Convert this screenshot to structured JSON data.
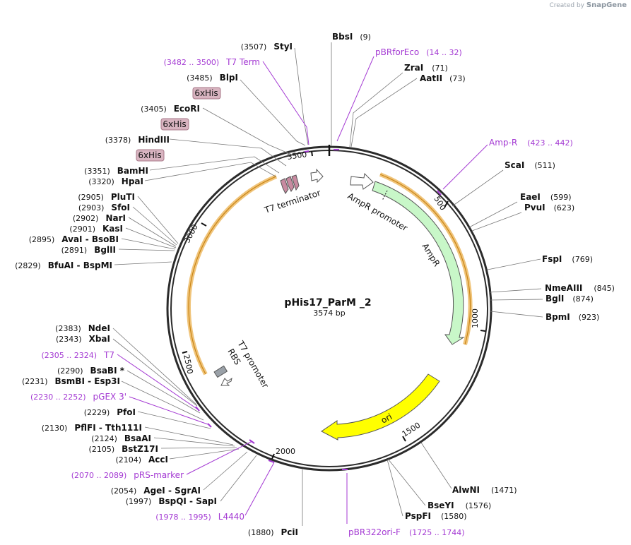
{
  "credit": {
    "prefix": "Created by",
    "brand": "SnapGene"
  },
  "plasmid": {
    "name": "pHis17_ParM _2",
    "size": "3574 bp"
  },
  "ticks": [
    "500",
    "1000",
    "1500",
    "2000",
    "2500",
    "3000",
    "3500"
  ],
  "features": {
    "ampr_promoter": "AmpR promoter",
    "ampr": "AmpR",
    "ori": "ori",
    "t7_terminator": "T7 terminator",
    "t7_promoter": "T7 promoter",
    "rbs": "RBS"
  },
  "his_tags": [
    "6xHis",
    "6xHis",
    "6xHis"
  ],
  "right_labels": [
    {
      "name": "BbsI",
      "pos": "(9)"
    },
    {
      "name": "pBRforEco",
      "pos": "(14 .. 32)"
    },
    {
      "name": "ZraI",
      "pos": "(71)"
    },
    {
      "name": "AatII",
      "pos": "(73)"
    },
    {
      "name": "Amp-R",
      "pos": "(423 .. 442)"
    },
    {
      "name": "ScaI",
      "pos": "(511)"
    },
    {
      "name": "EaeI",
      "pos": "(599)"
    },
    {
      "name": "PvuI",
      "pos": "(623)"
    },
    {
      "name": "FspI",
      "pos": "(769)"
    },
    {
      "name": "NmeAIII",
      "pos": "(845)"
    },
    {
      "name": "BglI",
      "pos": "(874)"
    },
    {
      "name": "BpmI",
      "pos": "(923)"
    },
    {
      "name": "AlwNI",
      "pos": "(1471)"
    },
    {
      "name": "BseYI",
      "pos": "(1576)"
    },
    {
      "name": "PspFI",
      "pos": "(1580)"
    },
    {
      "name": "pBR322ori-F",
      "pos": "(1725 .. 1744)"
    }
  ],
  "left_labels": [
    {
      "name": "StyI",
      "pos": "(3507)"
    },
    {
      "name": "T7 Term",
      "pos": "(3482 .. 3500)"
    },
    {
      "name": "BlpI",
      "pos": "(3485)"
    },
    {
      "name": "EcoRI",
      "pos": "(3405)"
    },
    {
      "name": "HindIII",
      "pos": "(3378)"
    },
    {
      "name": "BamHI",
      "pos": "(3351)"
    },
    {
      "name": "HpaI",
      "pos": "(3320)"
    },
    {
      "name": "PluTI",
      "pos": "(2905)"
    },
    {
      "name": "SfoI",
      "pos": "(2903)"
    },
    {
      "name": "NarI",
      "pos": "(2902)"
    },
    {
      "name": "KasI",
      "pos": "(2901)"
    },
    {
      "name": "AvaI - BsoBI",
      "pos": "(2895)"
    },
    {
      "name": "BglII",
      "pos": "(2891)"
    },
    {
      "name": "BfuAI - BspMI",
      "pos": "(2829)"
    },
    {
      "name": "NdeI",
      "pos": "(2383)"
    },
    {
      "name": "XbaI",
      "pos": "(2343)"
    },
    {
      "name": "T7",
      "pos": "(2305 .. 2324)"
    },
    {
      "name": "BsaBI *",
      "pos": "(2290)"
    },
    {
      "name": "BsmBI - Esp3I",
      "pos": "(2231)"
    },
    {
      "name": "pGEX 3'",
      "pos": "(2230 .. 2252)"
    },
    {
      "name": "PfoI",
      "pos": "(2229)"
    },
    {
      "name": "PflFI - Tth111I",
      "pos": "(2130)"
    },
    {
      "name": "BsaAI",
      "pos": "(2124)"
    },
    {
      "name": "BstZ17I",
      "pos": "(2105)"
    },
    {
      "name": "AccI",
      "pos": "(2104)"
    },
    {
      "name": "pRS-marker",
      "pos": "(2070 .. 2089)"
    },
    {
      "name": "AgeI - SgrAI",
      "pos": "(2054)"
    },
    {
      "name": "BspQI - SapI",
      "pos": "(1997)"
    },
    {
      "name": "L4440",
      "pos": "(1978 .. 1995)"
    },
    {
      "name": "PciI",
      "pos": "(1880)"
    }
  ],
  "colors": {
    "backbone": "#2b2b2b",
    "ampr": "#c8f7c8",
    "ori": "#ffff00",
    "orange": "#e8a53a",
    "primer": "#a43ad3",
    "his": "#d8b4c0"
  }
}
